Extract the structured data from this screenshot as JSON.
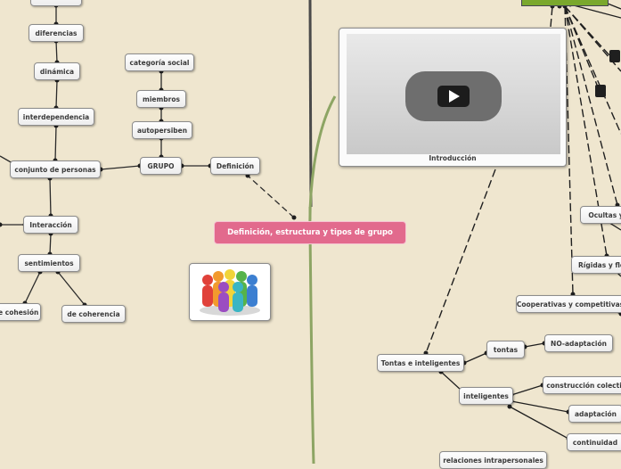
{
  "central": {
    "label": "Definición, estructura y tipos de grupo"
  },
  "left_branch": {
    "definicion": "Definición",
    "grupo": "GRUPO",
    "autopersiben": "autopersiben",
    "miembros": "miembros",
    "categoria_social": "categoría social",
    "conjunto_de_personas": "conjunto de personas",
    "interdependencia": "interdependencia",
    "dinamica": "dinámica",
    "diferencias": "diferencias",
    "interaccion": "Interacción",
    "sentimientos": "sentimientos",
    "cohesion": "de cohesión",
    "coherencia": "de coherencia"
  },
  "video": {
    "caption": "Introducción",
    "icon": "play-icon"
  },
  "image": {
    "icon": "people-circle-icon"
  },
  "right_branch": {
    "ocultas": "Ocultas y",
    "rigidas": "Rígidas y fle",
    "cooperativas": "Cooperativas y competitivas",
    "tontas_inteligentes": "Tontas e inteligentes",
    "tontas": "tontas",
    "no_adaptacion": "NO-adaptación",
    "inteligentes": "inteligentes",
    "construccion": "construcción colectiv",
    "adaptacion": "adaptación",
    "continuidad": "continuidad",
    "relaciones": "relaciones intrapersonales"
  },
  "colors": {
    "background": "#efe6cf",
    "central_fill": "#e26a8d",
    "trunk": "#4a4a4a",
    "green_branch": "#8da564"
  }
}
